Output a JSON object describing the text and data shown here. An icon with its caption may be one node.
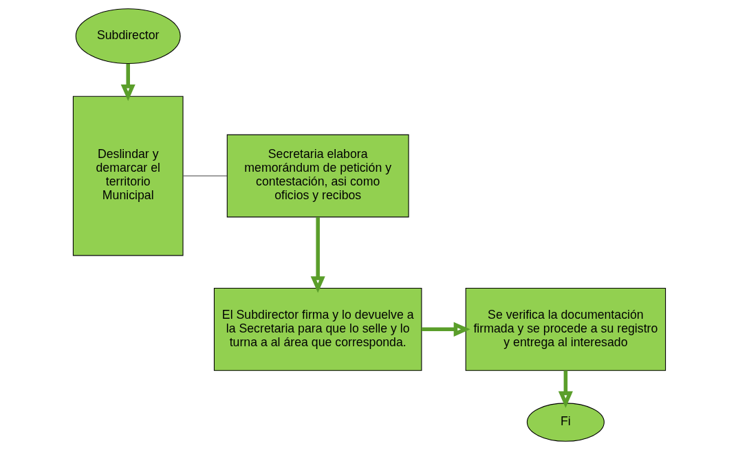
{
  "diagram": {
    "nodes": [
      {
        "text": [
          "Subdirector"
        ]
      },
      {
        "text": [
          "Deslindar y demarcar el territorio Municipal"
        ]
      },
      {
        "text": [
          "Secretaria elabora memorándum de petición y contestación, asi como oficios y recibos"
        ]
      },
      {
        "text": [
          "El Subdirector firma y lo devuelve a la Secretaria para que lo selle y lo turna a al área que corresponda."
        ]
      },
      {
        "text": [
          "Se verifica la documentación firmada y se procede a su registro y entrega al interesado"
        ]
      },
      {
        "text": [
          "Fi"
        ]
      }
    ],
    "edges": [
      {
        "from": 0,
        "to": 1,
        "arrow": "to"
      },
      {
        "from": 1,
        "to": 2,
        "arrow": "none",
        "color": "#404040"
      },
      {
        "from": 2,
        "to": 3,
        "arrow": "to"
      },
      {
        "from": 3,
        "to": 4,
        "arrow": "to"
      },
      {
        "from": 4,
        "to": 5,
        "arrow": "to"
      }
    ]
  }
}
